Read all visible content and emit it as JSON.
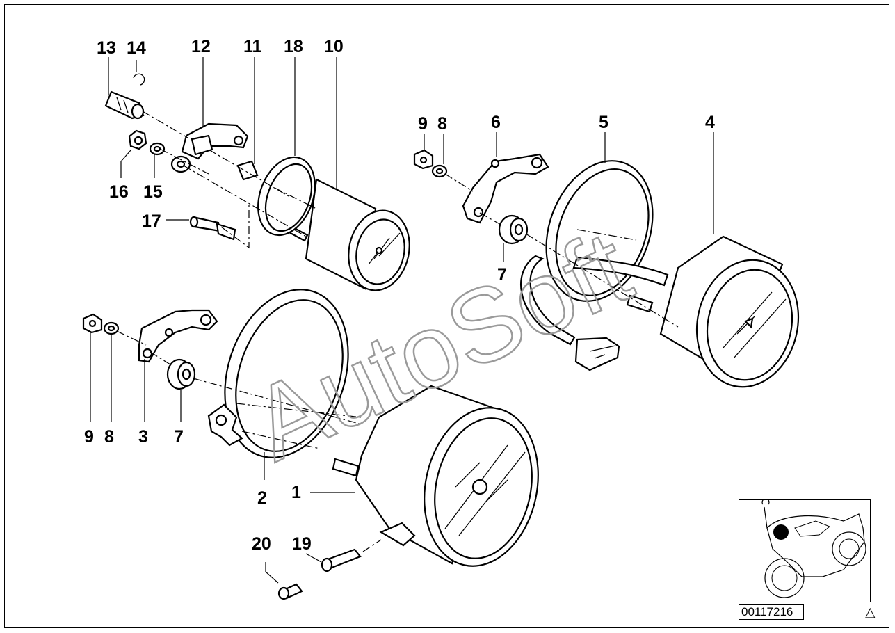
{
  "diagram": {
    "callouts": [
      {
        "id": "c13",
        "text": "13"
      },
      {
        "id": "c14",
        "text": "14"
      },
      {
        "id": "c12",
        "text": "12"
      },
      {
        "id": "c11",
        "text": "11"
      },
      {
        "id": "c18",
        "text": "18"
      },
      {
        "id": "c10",
        "text": "10"
      },
      {
        "id": "c16",
        "text": "16"
      },
      {
        "id": "c15",
        "text": "15"
      },
      {
        "id": "c17",
        "text": "17"
      },
      {
        "id": "c9a",
        "text": "9"
      },
      {
        "id": "c8a",
        "text": "8"
      },
      {
        "id": "c6",
        "text": "6"
      },
      {
        "id": "c5",
        "text": "5"
      },
      {
        "id": "c4",
        "text": "4"
      },
      {
        "id": "c7a",
        "text": "7"
      },
      {
        "id": "c9b",
        "text": "9"
      },
      {
        "id": "c8b",
        "text": "8"
      },
      {
        "id": "c3",
        "text": "3"
      },
      {
        "id": "c7b",
        "text": "7"
      },
      {
        "id": "c2",
        "text": "2"
      },
      {
        "id": "c1",
        "text": "1"
      },
      {
        "id": "c20",
        "text": "20"
      },
      {
        "id": "c19",
        "text": "19"
      }
    ],
    "watermark": "AutoSoft",
    "diagram_code": "00117216",
    "warning_icon": "warning-triangle-icon",
    "locator_icon": "motorcycle-locator-icon"
  }
}
